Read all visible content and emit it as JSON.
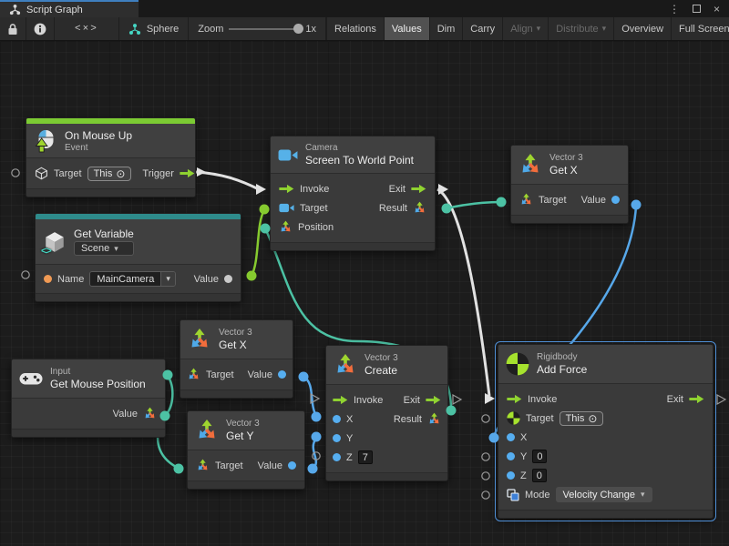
{
  "titlebar": {
    "tab_title": "Script Graph",
    "menu_icon": "⋮",
    "close_icon": "×"
  },
  "toolbar": {
    "code_button": "<×>",
    "graph_name": "Sphere",
    "zoom_label": "Zoom",
    "zoom_value": "1x",
    "dropdown_arrow": "▾",
    "actions": [
      {
        "label": "Relations",
        "state": "normal"
      },
      {
        "label": "Values",
        "state": "active"
      },
      {
        "label": "Dim",
        "state": "normal"
      },
      {
        "label": "Carry",
        "state": "normal"
      },
      {
        "label": "Align",
        "state": "disabled",
        "dropdown": true
      },
      {
        "label": "Distribute",
        "state": "disabled",
        "dropdown": true
      },
      {
        "label": "Overview",
        "state": "normal"
      },
      {
        "label": "Full Screen",
        "state": "normal"
      }
    ]
  },
  "nodes": {
    "on_mouse_up": {
      "title": "On Mouse Up",
      "subtitle": "Event",
      "target_label": "Target",
      "target_value": "This",
      "target_self_icon": "⊙",
      "trigger_label": "Trigger"
    },
    "get_variable": {
      "title": "Get Variable",
      "scope_value": "Scene",
      "name_label": "Name",
      "name_value": "MainCamera",
      "value_label": "Value"
    },
    "screen_to_world": {
      "type": "Camera",
      "title": "Screen To World Point",
      "invoke": "Invoke",
      "exit": "Exit",
      "target": "Target",
      "result": "Result",
      "position": "Position"
    },
    "get_x_top": {
      "type": "Vector 3",
      "title": "Get X",
      "target": "Target",
      "value": "Value"
    },
    "get_mouse_position": {
      "type": "Input",
      "title": "Get Mouse Position",
      "value": "Value"
    },
    "get_x_mid": {
      "type": "Vector 3",
      "title": "Get X",
      "target": "Target",
      "value": "Value"
    },
    "get_y": {
      "type": "Vector 3",
      "title": "Get Y",
      "target": "Target",
      "value": "Value"
    },
    "create": {
      "type": "Vector 3",
      "title": "Create",
      "invoke": "Invoke",
      "exit": "Exit",
      "x": "X",
      "y": "Y",
      "z": "Z",
      "z_value": "7",
      "result": "Result"
    },
    "add_force": {
      "type": "Rigidbody",
      "title": "Add Force",
      "invoke": "Invoke",
      "exit": "Exit",
      "target": "Target",
      "target_value": "This",
      "target_self_icon": "⊙",
      "x": "X",
      "y": "Y",
      "y_value": "0",
      "z": "Z",
      "z_value": "0",
      "mode_label": "Mode",
      "mode_value": "Velocity Change"
    }
  },
  "colors": {
    "event_accent": "#7ccb33",
    "variable_accent": "#2e8b8b",
    "flow_green": "#90d331",
    "wire_teal": "#4cc2a4",
    "wire_lime": "#86ca2f",
    "wire_blue": "#57a8ea",
    "port_blue": "#56aef0",
    "port_orange": "#f09a54",
    "selection_blue": "#4f8fd6"
  }
}
